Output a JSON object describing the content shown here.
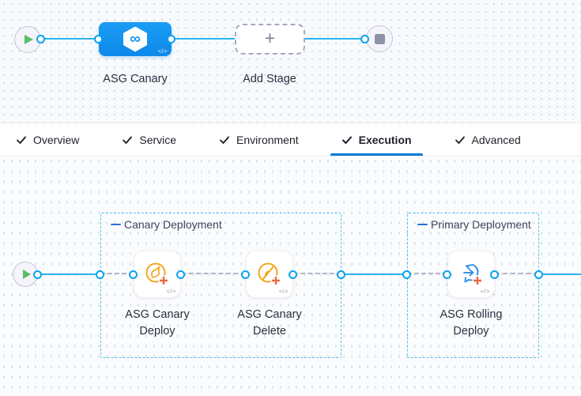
{
  "pipeline_canvas": {
    "stage": {
      "name": "ASG Canary",
      "code_glyph": "</>"
    },
    "add_stage": {
      "label": "Add Stage",
      "plus_glyph": "+"
    }
  },
  "tab_bar": {
    "active_tab": "Execution",
    "tabs": [
      {
        "label": "Overview",
        "checked": true
      },
      {
        "label": "Service",
        "checked": true
      },
      {
        "label": "Environment",
        "checked": true
      },
      {
        "label": "Execution",
        "checked": true
      },
      {
        "label": "Advanced",
        "checked": true
      }
    ]
  },
  "execution_canvas": {
    "groups": [
      {
        "title": "Canary Deployment",
        "steps": [
          {
            "name": "ASG Canary Deploy",
            "icon": "asg-canary-deploy-icon",
            "code_glyph": "</>"
          },
          {
            "name": "ASG Canary Delete",
            "icon": "asg-canary-delete-icon",
            "code_glyph": "</>"
          }
        ]
      },
      {
        "title": "Primary Deployment",
        "steps": [
          {
            "name": "ASG Rolling Deploy",
            "icon": "asg-rolling-deploy-icon",
            "code_glyph": "</>"
          }
        ]
      }
    ]
  },
  "colors": {
    "accent_blue": "#0278D5",
    "connector_blue": "#29B4F0",
    "node_blue": "#1496F0",
    "container_border_blue": "#4FC3F1",
    "success_green": "#5ABE66",
    "asg_orange": "#F5A623",
    "scale_orange": "#E8683C",
    "stop_grey": "#8F91A9"
  }
}
